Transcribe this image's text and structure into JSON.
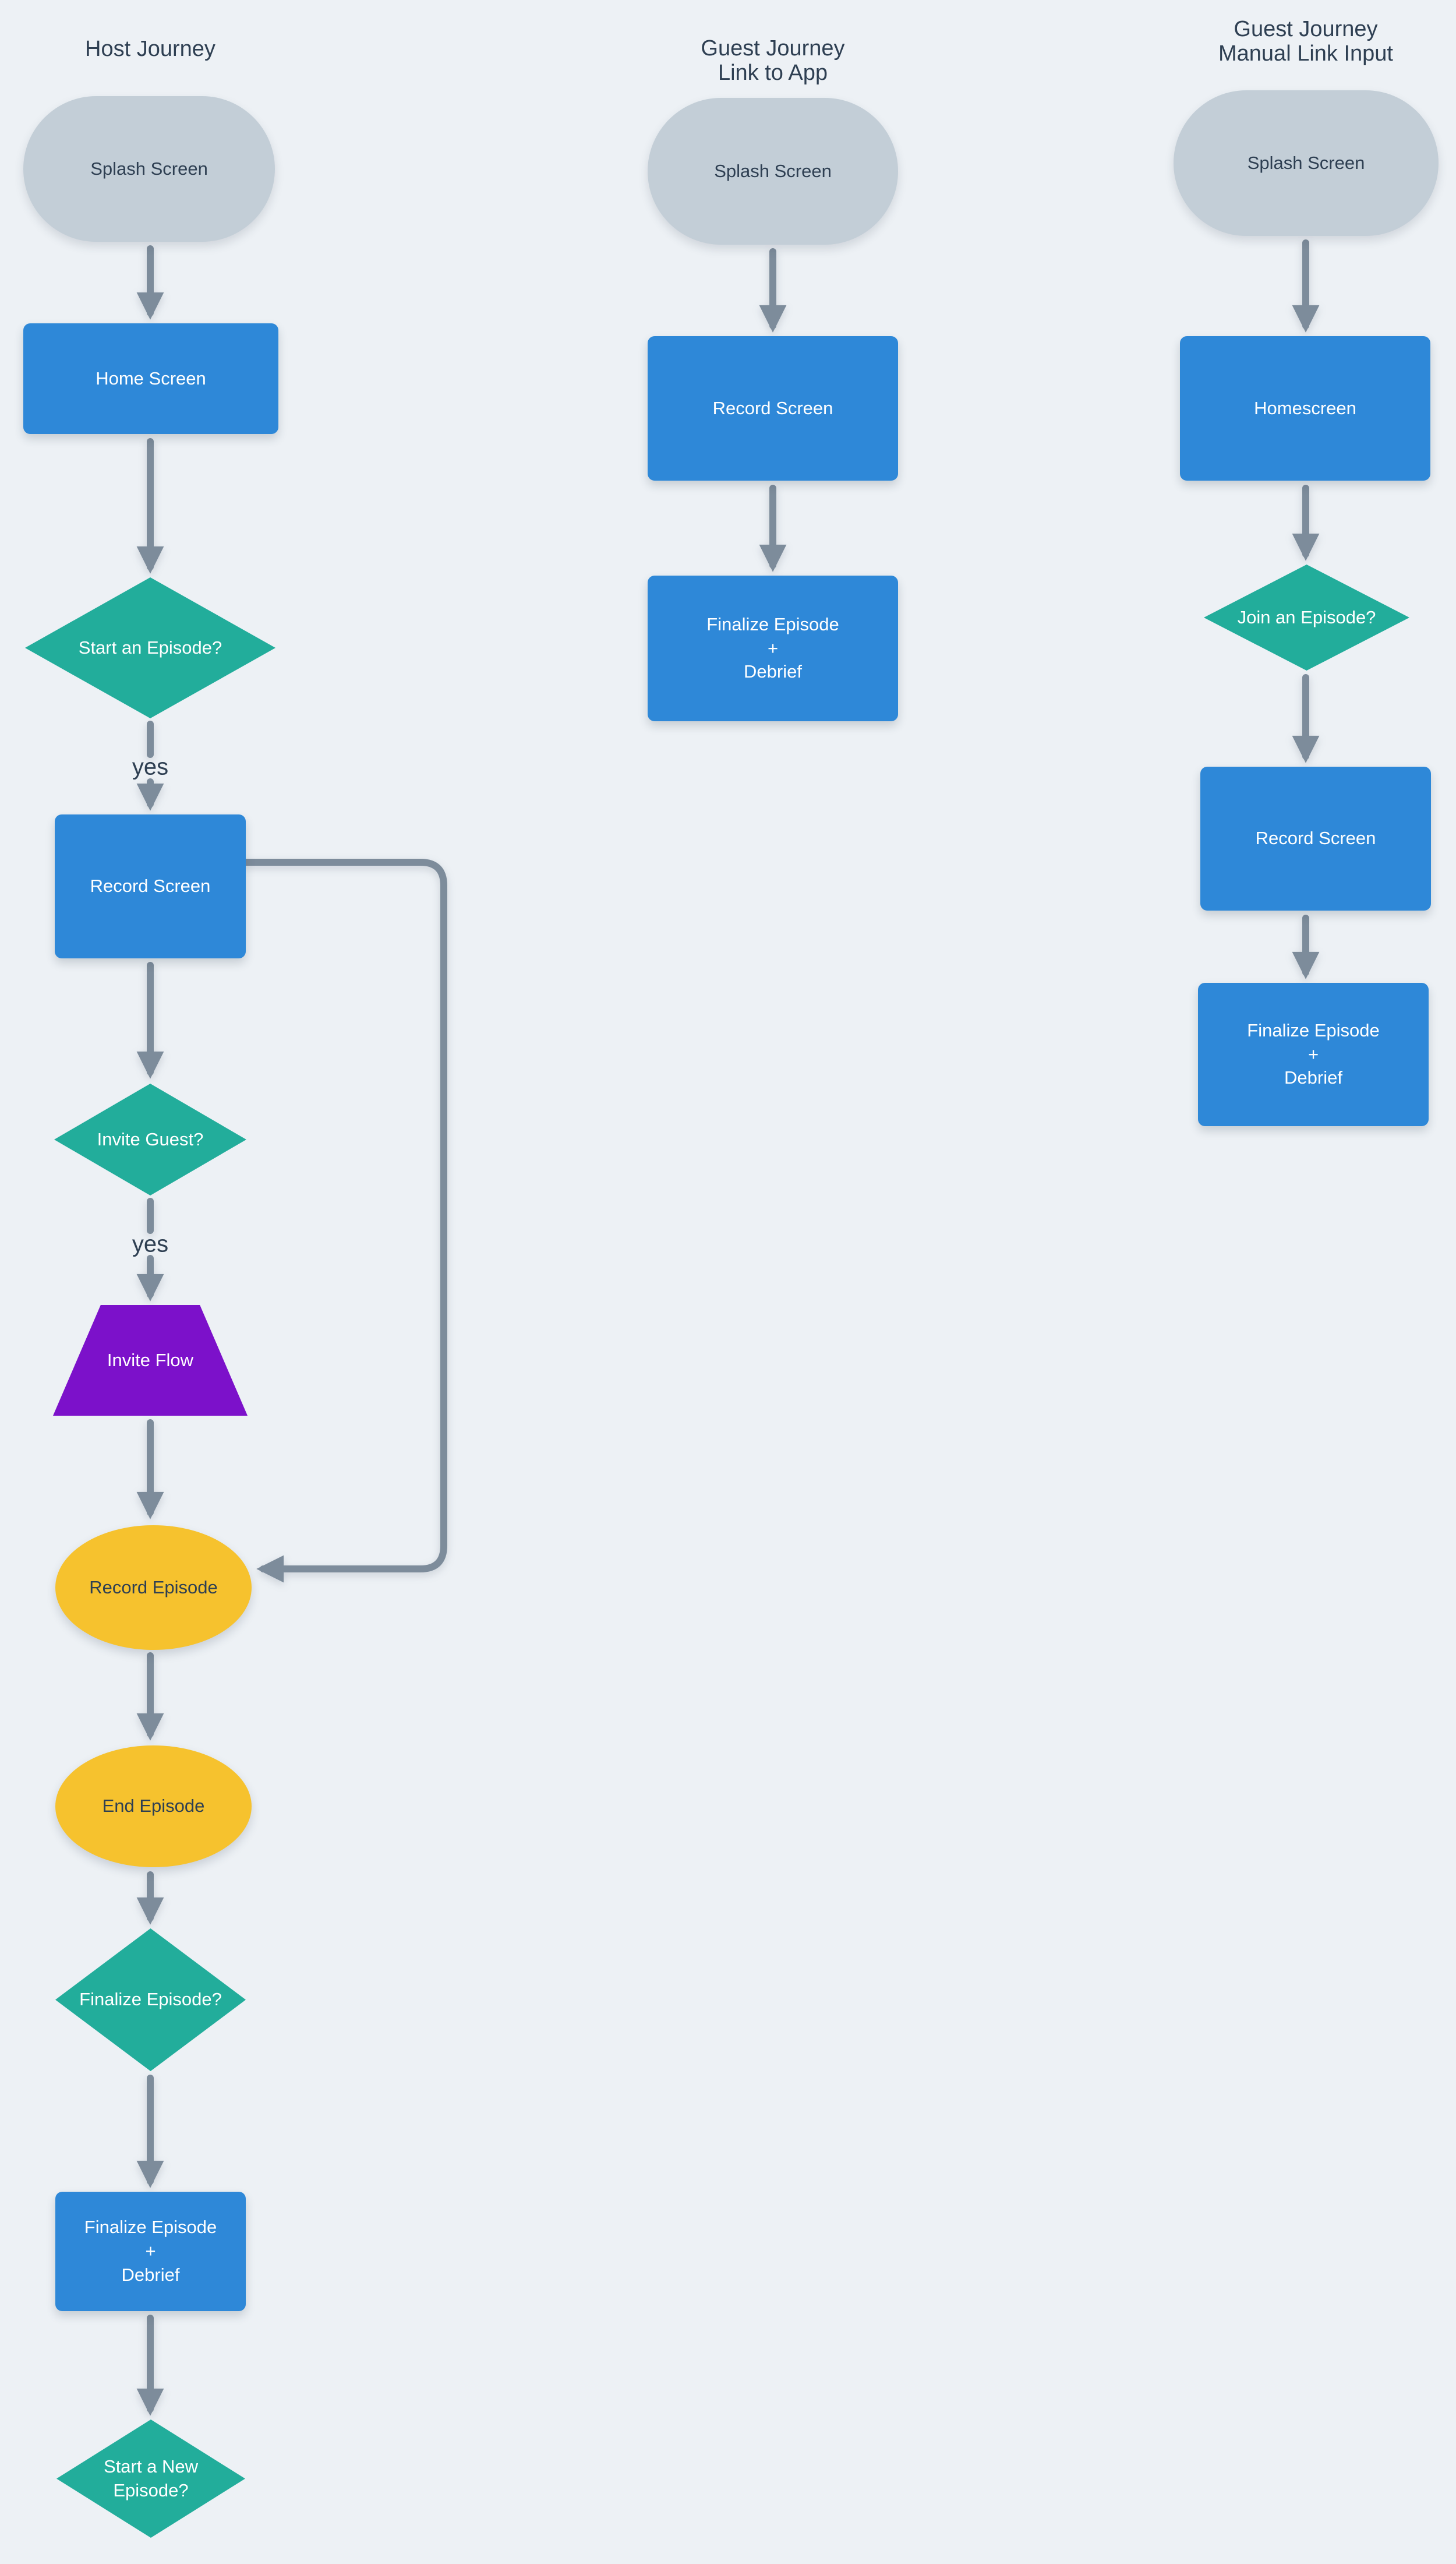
{
  "colors": {
    "bg": "#edf1f5",
    "pill": "#c3ced7",
    "blue": "#2e88d8",
    "teal": "#22ad9b",
    "yellow": "#f6c22e",
    "purple": "#7c11ca",
    "arrow": "#7d8c9b",
    "ink": "#2e3f52"
  },
  "col1": {
    "title": "Host Journey",
    "splash": "Splash Screen",
    "home": "Home Screen",
    "start_episode": "Start an Episode?",
    "yes1": "yes",
    "record": "Record Screen",
    "invite_guest": "Invite Guest?",
    "yes2": "yes",
    "invite_flow": "Invite Flow",
    "record_episode": "Record Episode",
    "end_episode": "End Episode",
    "finalize_q": "Finalize Episode?",
    "finalize": "Finalize Episode\n+\nDebrief",
    "start_new": "Start a New\nEpisode?"
  },
  "col2": {
    "title": "Guest Journey\nLink to App",
    "splash": "Splash Screen",
    "record": "Record Screen",
    "finalize": "Finalize Episode\n+\nDebrief"
  },
  "col3": {
    "title": "Guest Journey\nManual Link Input",
    "splash": "Splash Screen",
    "homescreen": "Homescreen",
    "join": "Join an Episode?",
    "record": "Record Screen",
    "finalize": "Finalize Episode\n+\nDebrief"
  }
}
